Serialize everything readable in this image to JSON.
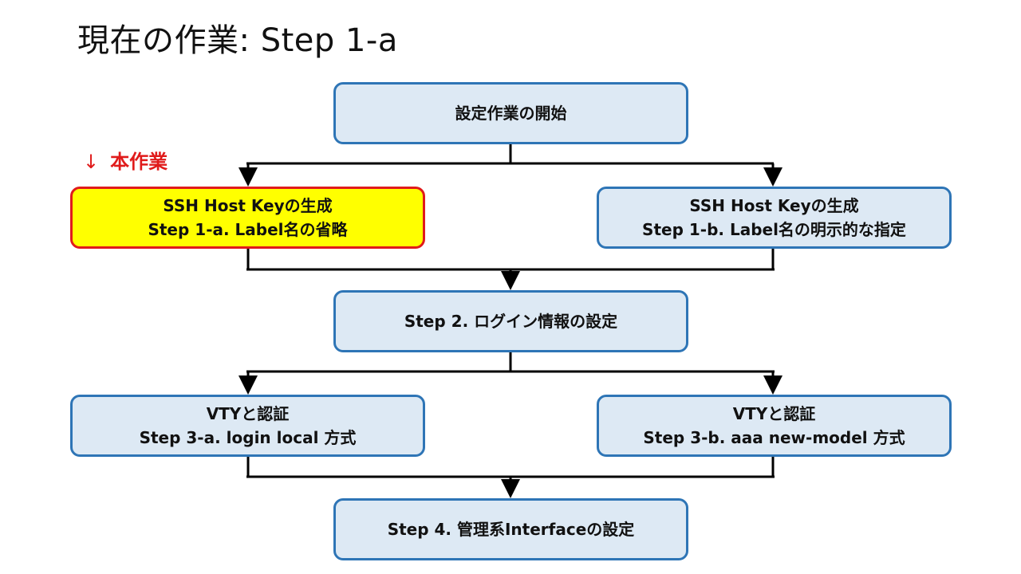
{
  "title": "現在の作業: Step 1-a",
  "current_marker": {
    "arrow": "↓",
    "label": "本作業"
  },
  "steps": {
    "start": {
      "line1": "設定作業の開始"
    },
    "step1a": {
      "line1": "SSH Host Keyの生成",
      "line2": "Step 1-a. Label名の省略"
    },
    "step1b": {
      "line1": "SSH Host Keyの生成",
      "line2": "Step 1-b. Label名の明示的な指定"
    },
    "step2": {
      "line1": "Step 2. ログイン情報の設定"
    },
    "step3a": {
      "line1": "VTYと認証",
      "line2": "Step 3-a. login local 方式"
    },
    "step3b": {
      "line1": "VTYと認証",
      "line2": "Step 3-b. aaa new-model 方式"
    },
    "step4": {
      "line1": "Step 4. 管理系Interfaceの設定"
    }
  },
  "colors": {
    "box_fill": "#dde9f4",
    "box_border": "#2e75b6",
    "current_fill": "#ffff00",
    "current_border": "#e01b1b",
    "marker_text": "#e01b1b",
    "connector": "#000000"
  }
}
